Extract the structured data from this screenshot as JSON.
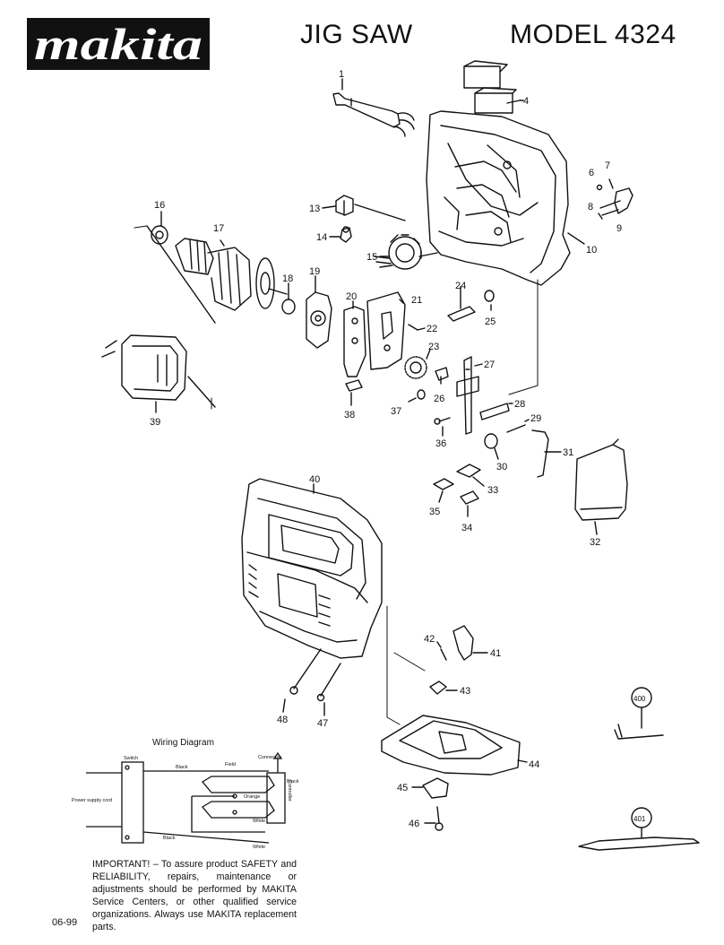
{
  "header": {
    "brand": "makita",
    "product": "JIG SAW",
    "model": "MODEL 4324"
  },
  "parts": [
    "1",
    "4",
    "6",
    "7",
    "8",
    "9",
    "10",
    "13",
    "14",
    "15",
    "16",
    "17",
    "18",
    "19",
    "20",
    "21",
    "22",
    "23",
    "24",
    "25",
    "26",
    "27",
    "28",
    "29",
    "30",
    "31",
    "32",
    "33",
    "34",
    "35",
    "36",
    "37",
    "38",
    "39",
    "40",
    "41",
    "42",
    "43",
    "44",
    "45",
    "46",
    "47",
    "48",
    "400",
    "401"
  ],
  "wiring": {
    "title": "Wiring Diagram",
    "labels": {
      "switch": "Switch",
      "field": "Field",
      "connector": "Connector",
      "black_top": "Black",
      "black_right": "Black",
      "black_bottom": "Black",
      "orange": "Orange",
      "power_cord": "Power supply cord",
      "controller": "Controller",
      "white_mid": "White",
      "white_bottom": "White"
    }
  },
  "footer": {
    "important": "IMPORTANT! – To assure product SAFETY and RELIABILITY, repairs, maintenance or adjustments should be performed by MAKITA Service Centers, or other qualified service organizations. Always use MAKITA replacement parts.",
    "date_code": "06-99"
  },
  "colors": {
    "ink": "#111111",
    "paper": "#ffffff"
  }
}
